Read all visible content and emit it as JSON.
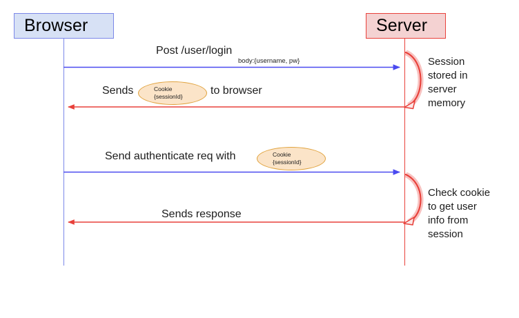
{
  "diagram": {
    "title": "Session authentication sequence diagram",
    "type": "sequence-diagram",
    "colors": {
      "browser_fill": "#d7e1f5",
      "browser_stroke": "#7b87e8",
      "server_fill": "#f4d2d2",
      "server_stroke": "#e8403a",
      "cookie_fill": "#fbe4c8",
      "cookie_stroke": "#e0a23c",
      "request_arrow": "#4a4af0",
      "response_arrow": "#e8403a",
      "text": "#1c1c1c"
    }
  },
  "actors": [
    {
      "id": "browser",
      "label": "Browser"
    },
    {
      "id": "server",
      "label": "Server"
    }
  ],
  "messages": [
    {
      "id": "post-login",
      "direction": "browser-to-server",
      "label": "Post /user/login",
      "sublabel": "body:{username, pw}",
      "color": "#4a4af0"
    },
    {
      "id": "send-cookie",
      "direction": "server-to-browser",
      "label_before": "Sends",
      "label_after": "to browser",
      "color": "#e8403a"
    },
    {
      "id": "authenticate",
      "direction": "browser-to-server",
      "label": "Send authenticate req with",
      "color": "#4a4af0"
    },
    {
      "id": "response",
      "direction": "server-to-browser",
      "label": "Sends response",
      "color": "#e8403a"
    }
  ],
  "cookies": [
    {
      "id": "cookie-1",
      "line1": "Cookie",
      "line2": "{sessionId}"
    },
    {
      "id": "cookie-2",
      "line1": "Cookie",
      "line2": "{sessionId}"
    }
  ],
  "notes": [
    {
      "id": "session-note",
      "text": "Session stored in server memory"
    },
    {
      "id": "check-note",
      "text": "Check cookie to get user info from session"
    }
  ]
}
